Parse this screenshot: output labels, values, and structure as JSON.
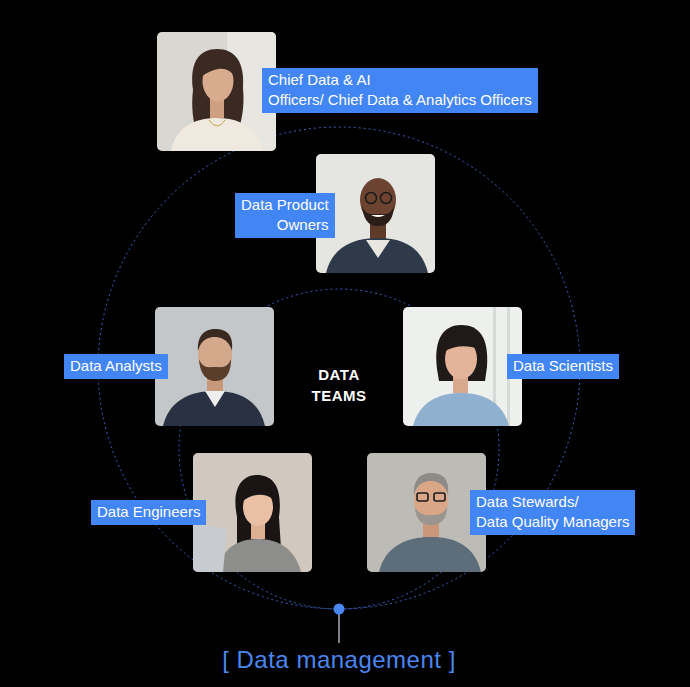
{
  "diagram": {
    "nodes": [
      {
        "text": [
          "Chief Data & AI Officers/ Chief Data & Analytics Officers"
        ]
      },
      {
        "text": [
          "Data Product Owners"
        ]
      },
      {
        "text": [
          "Data Analysts"
        ]
      },
      {
        "text": [
          "Data Scientists"
        ]
      },
      {
        "text": [
          "Data Engineers"
        ]
      },
      {
        "text": [
          "Data Stewards/ Data Quality Managers"
        ]
      }
    ],
    "labels": [
      "DATA TEAMS",
      "[ Data management ]"
    ]
  }
}
